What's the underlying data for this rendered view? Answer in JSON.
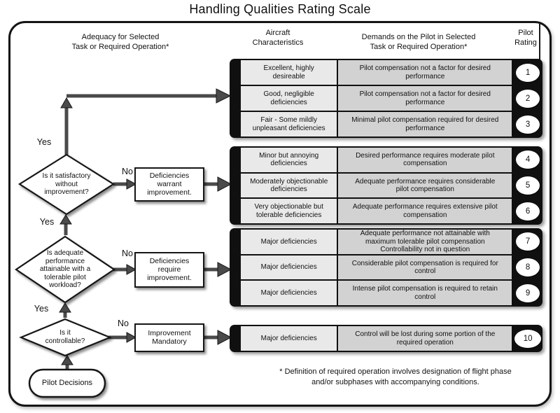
{
  "title": "Handling Qualities Rating Scale",
  "headers": {
    "adequacy": "Adequacy for Selected\nTask or Required  Operation*",
    "aircraft": "Aircraft\nCharacteristics",
    "demands": "Demands on the Pilot in Selected\nTask or Required Operation*",
    "rating": "Pilot\nRating"
  },
  "flow": {
    "start_label": "Pilot Decisions",
    "decisions": [
      {
        "question": "Is it satisfactory\nwithout\nimprovement?",
        "yes_label": "Yes",
        "no_label": "No",
        "action": "Deficiencies\nwarrant\nimprovement."
      },
      {
        "question": "Is adequate\nperformance\nattainable with a\ntolerable pilot\nworkload?",
        "yes_label": "Yes",
        "no_label": "No",
        "action": "Deficiencies\nrequire\nimprovement."
      },
      {
        "question": "Is it\ncontrollable?",
        "yes_label": "Yes",
        "no_label": "No",
        "action": "Improvement\nMandatory"
      }
    ]
  },
  "groups": [
    {
      "rows": [
        {
          "characteristics": "Excellent, highly\ndesireable",
          "demands": "Pilot compensation not a factor for desired\nperformance",
          "rating": 1
        },
        {
          "characteristics": "Good, negligible\ndeficiencies",
          "demands": "Pilot compensation not a factor for desired\nperformance",
          "rating": 2
        },
        {
          "characteristics": "Fair - Some mildly\nunpleasant deficiencies",
          "demands": "Minimal pilot compensation required for desired\nperformance",
          "rating": 3
        }
      ]
    },
    {
      "rows": [
        {
          "characteristics": "Minor but annoying\ndeficiencies",
          "demands": "Desired performance requires moderate pilot\ncompensation",
          "rating": 4
        },
        {
          "characteristics": "Moderately objectionable\ndeficiencies",
          "demands": "Adequate performance requires considerable\npilot compensation",
          "rating": 5
        },
        {
          "characteristics": "Very objectionable but\ntolerable deficiencies",
          "demands": "Adequate performance requires extensive pilot\ncompensation",
          "rating": 6
        }
      ]
    },
    {
      "rows": [
        {
          "characteristics": "Major deficiencies",
          "demands": "Adequate performance not attainable with\nmaximum tolerable pilot compensation\nControllability not in question",
          "rating": 7
        },
        {
          "characteristics": "Major deficiencies",
          "demands": "Considerable pilot compensation is required for\ncontrol",
          "rating": 8
        },
        {
          "characteristics": "Major deficiencies",
          "demands": "Intense pilot compensation is required to retain\ncontrol",
          "rating": 9
        }
      ]
    },
    {
      "rows": [
        {
          "characteristics": "Major deficiencies",
          "demands": "Control will be lost during some portion of the\nrequired operation",
          "rating": 10
        }
      ]
    }
  ],
  "footnote": "* Definition of required operation involves designation of flight phase\nand/or subphases with accompanying conditions.",
  "colors": {
    "group_background": "#101010",
    "characteristics_cell": "#e9e9e9",
    "demands_cell": "#d2d2d2",
    "arrow": "#4a4a4a",
    "shape_fill": "#ffffff",
    "outline": "#151515"
  }
}
